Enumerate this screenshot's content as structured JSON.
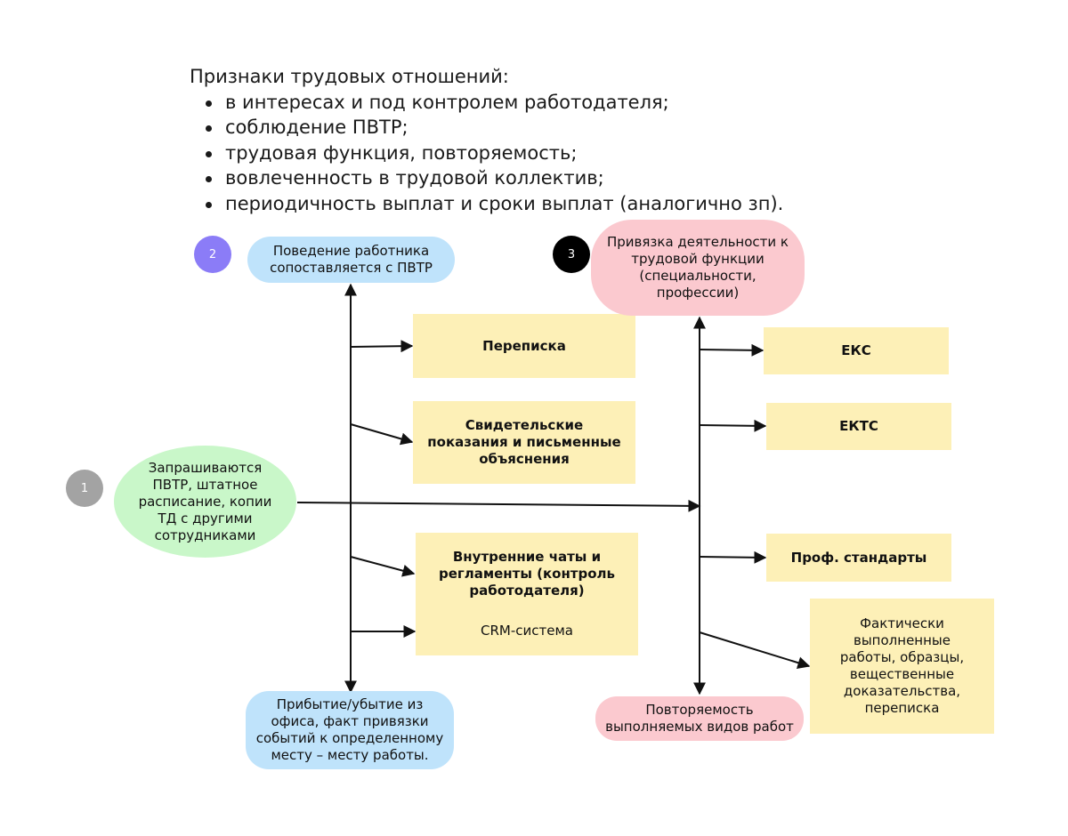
{
  "header": {
    "title": "Признаки трудовых отношений:",
    "items": [
      "в интересах и под контролем работодателя;",
      "соблюдение ПВТР;",
      "трудовая функция, повторяемость;",
      "вовлеченность в трудовой коллектив;",
      "периодичность выплат и сроки выплат (аналогично зп)."
    ]
  },
  "badges": {
    "one": "1",
    "two": "2",
    "three": "3"
  },
  "colors": {
    "badge_one": "#a3a3a3",
    "badge_two": "#8b7cf7",
    "badge_three": "#000000"
  },
  "nodes": {
    "start": "Запрашиваются ПВТР, штатное расписание, копии ТД с другими сотрудниками",
    "behavior": "Поведение работника сопоставляется с ПВТР",
    "arrival": "Прибытие/убытие из офиса, факт привязки событий к определенному месту – месту работы.",
    "correspondence": "Переписка",
    "testimony": "Свидетельские показания и письменные объяснения",
    "chats_title": "Внутренние чаты и регламенты (контроль работодателя)",
    "chats_sub": "CRM-система",
    "binding": "Привязка деятельности к трудовой функции (специальности, профессии)",
    "repeat": "Повторяемость выполняемых видов работ",
    "eks": "ЕКС",
    "ekts": "ЕКТС",
    "prof": "Проф. стандарты",
    "actual": "Фактически выполненные работы, образцы, вещественные доказательства, переписка"
  }
}
